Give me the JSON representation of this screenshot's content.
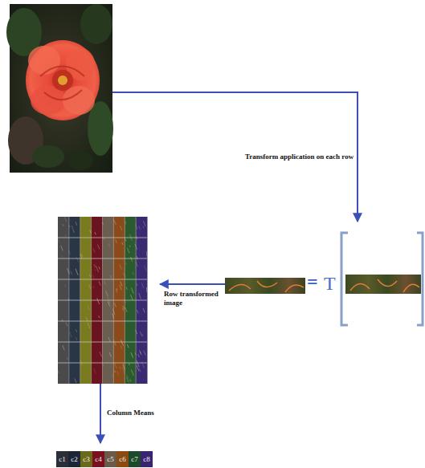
{
  "diagram": {
    "nodes": [
      {
        "text": [
          "c1"
        ]
      },
      {
        "text": [
          "c2"
        ]
      },
      {
        "text": [
          "c3"
        ]
      },
      {
        "text": [
          "c4"
        ]
      },
      {
        "text": [
          "c5"
        ]
      },
      {
        "text": [
          "c6"
        ]
      },
      {
        "text": [
          "c7"
        ]
      },
      {
        "text": [
          "c8"
        ]
      }
    ],
    "labels": [
      "Transform application on each row",
      "=",
      "T",
      "Row transformed image",
      "Column Means"
    ]
  }
}
